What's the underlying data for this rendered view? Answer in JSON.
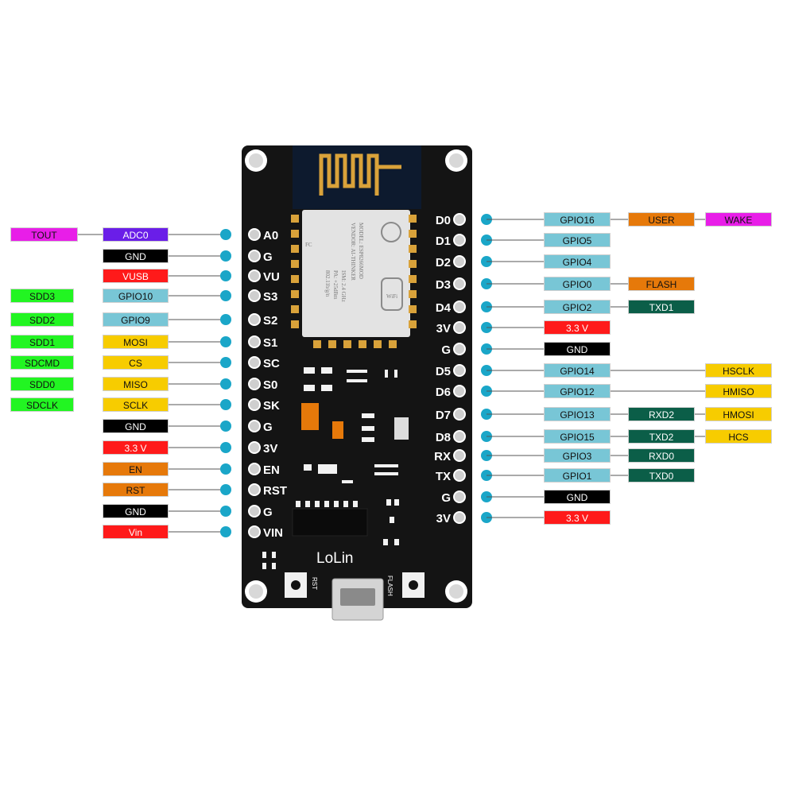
{
  "board": {
    "brand": "LoLin",
    "rst_button": "RST",
    "flash_button": "FLASH",
    "module_model": "MODEL: ESP8266MOD",
    "module_vendor": "VENDOR: AI-THINKER",
    "module_ism": "ISM: 2.4 GHz",
    "module_pa": "PA: +25dBm",
    "module_std": "802.11b/g/n",
    "module_fc": "FC",
    "module_wifi": "WiFi"
  },
  "left_pins": [
    {
      "name": "A0",
      "tags": [
        {
          "text": "TOUT",
          "kind": "magenta"
        },
        {
          "text": "ADC0",
          "kind": "purple"
        }
      ]
    },
    {
      "name": "G",
      "tags": [
        {
          "text": "GND",
          "kind": "black"
        }
      ]
    },
    {
      "name": "VU",
      "tags": [
        {
          "text": "VUSB",
          "kind": "red"
        }
      ]
    },
    {
      "name": "S3",
      "tags": [
        {
          "text": "SDD3",
          "kind": "green"
        },
        {
          "text": "GPIO10",
          "kind": "cyan"
        }
      ]
    },
    {
      "name": "S2",
      "tags": [
        {
          "text": "SDD2",
          "kind": "green"
        },
        {
          "text": "GPIO9",
          "kind": "cyan"
        }
      ]
    },
    {
      "name": "S1",
      "tags": [
        {
          "text": "SDD1",
          "kind": "green"
        },
        {
          "text": "MOSI",
          "kind": "yellow"
        }
      ]
    },
    {
      "name": "SC",
      "tags": [
        {
          "text": "SDCMD",
          "kind": "green"
        },
        {
          "text": "CS",
          "kind": "yellow"
        }
      ]
    },
    {
      "name": "S0",
      "tags": [
        {
          "text": "SDD0",
          "kind": "green"
        },
        {
          "text": "MISO",
          "kind": "yellow"
        }
      ]
    },
    {
      "name": "SK",
      "tags": [
        {
          "text": "SDCLK",
          "kind": "green"
        },
        {
          "text": "SCLK",
          "kind": "yellow"
        }
      ]
    },
    {
      "name": "G",
      "tags": [
        {
          "text": "GND",
          "kind": "black"
        }
      ]
    },
    {
      "name": "3V",
      "tags": [
        {
          "text": "3.3 V",
          "kind": "red"
        }
      ]
    },
    {
      "name": "EN",
      "tags": [
        {
          "text": "EN",
          "kind": "orange"
        }
      ]
    },
    {
      "name": "RST",
      "tags": [
        {
          "text": "RST",
          "kind": "orange"
        }
      ]
    },
    {
      "name": "G",
      "tags": [
        {
          "text": "GND",
          "kind": "black"
        }
      ]
    },
    {
      "name": "VIN",
      "tags": [
        {
          "text": "Vin",
          "kind": "red"
        }
      ]
    }
  ],
  "right_pins": [
    {
      "name": "D0",
      "tags": [
        {
          "text": "GPIO16",
          "kind": "cyan"
        },
        {
          "text": "USER",
          "kind": "orange"
        },
        {
          "text": "WAKE",
          "kind": "magenta"
        }
      ]
    },
    {
      "name": "D1",
      "tags": [
        {
          "text": "GPIO5",
          "kind": "cyan"
        }
      ]
    },
    {
      "name": "D2",
      "tags": [
        {
          "text": "GPIO4",
          "kind": "cyan"
        }
      ]
    },
    {
      "name": "D3",
      "tags": [
        {
          "text": "GPIO0",
          "kind": "cyan"
        },
        {
          "text": "FLASH",
          "kind": "orange"
        }
      ]
    },
    {
      "name": "D4",
      "tags": [
        {
          "text": "GPIO2",
          "kind": "cyan"
        },
        {
          "text": "TXD1",
          "kind": "darkgreen"
        }
      ]
    },
    {
      "name": "3V",
      "tags": [
        {
          "text": "3.3 V",
          "kind": "red"
        }
      ]
    },
    {
      "name": "G",
      "tags": [
        {
          "text": "GND",
          "kind": "black"
        }
      ]
    },
    {
      "name": "D5",
      "tags": [
        {
          "text": "GPIO14",
          "kind": "cyan"
        },
        {
          "text": "HSCLK",
          "kind": "yellow",
          "far": true
        }
      ]
    },
    {
      "name": "D6",
      "tags": [
        {
          "text": "GPIO12",
          "kind": "cyan"
        },
        {
          "text": "HMISO",
          "kind": "yellow",
          "far": true
        }
      ]
    },
    {
      "name": "D7",
      "tags": [
        {
          "text": "GPIO13",
          "kind": "cyan"
        },
        {
          "text": "RXD2",
          "kind": "darkgreen"
        },
        {
          "text": "HMOSI",
          "kind": "yellow"
        }
      ]
    },
    {
      "name": "D8",
      "tags": [
        {
          "text": "GPIO15",
          "kind": "cyan"
        },
        {
          "text": "TXD2",
          "kind": "darkgreen"
        },
        {
          "text": "HCS",
          "kind": "yellow"
        }
      ]
    },
    {
      "name": "RX",
      "tags": [
        {
          "text": "GPIO3",
          "kind": "cyan"
        },
        {
          "text": "RXD0",
          "kind": "darkgreen"
        }
      ]
    },
    {
      "name": "TX",
      "tags": [
        {
          "text": "GPIO1",
          "kind": "cyan"
        },
        {
          "text": "TXD0",
          "kind": "darkgreen"
        }
      ]
    },
    {
      "name": "G",
      "tags": [
        {
          "text": "GND",
          "kind": "black"
        }
      ]
    },
    {
      "name": "3V",
      "tags": [
        {
          "text": "3.3 V",
          "kind": "red"
        }
      ]
    }
  ],
  "colors": {
    "magenta": "#e81ee8",
    "purple": "#6a1ee8",
    "black": "#000000",
    "red": "#ff1a1a",
    "green": "#22f522",
    "cyan": "#78c6d6",
    "yellow": "#f7cc00",
    "orange": "#e6790a",
    "darkgreen": "#0b5e48",
    "board": "#141414",
    "dot": "#1aa6c8"
  }
}
